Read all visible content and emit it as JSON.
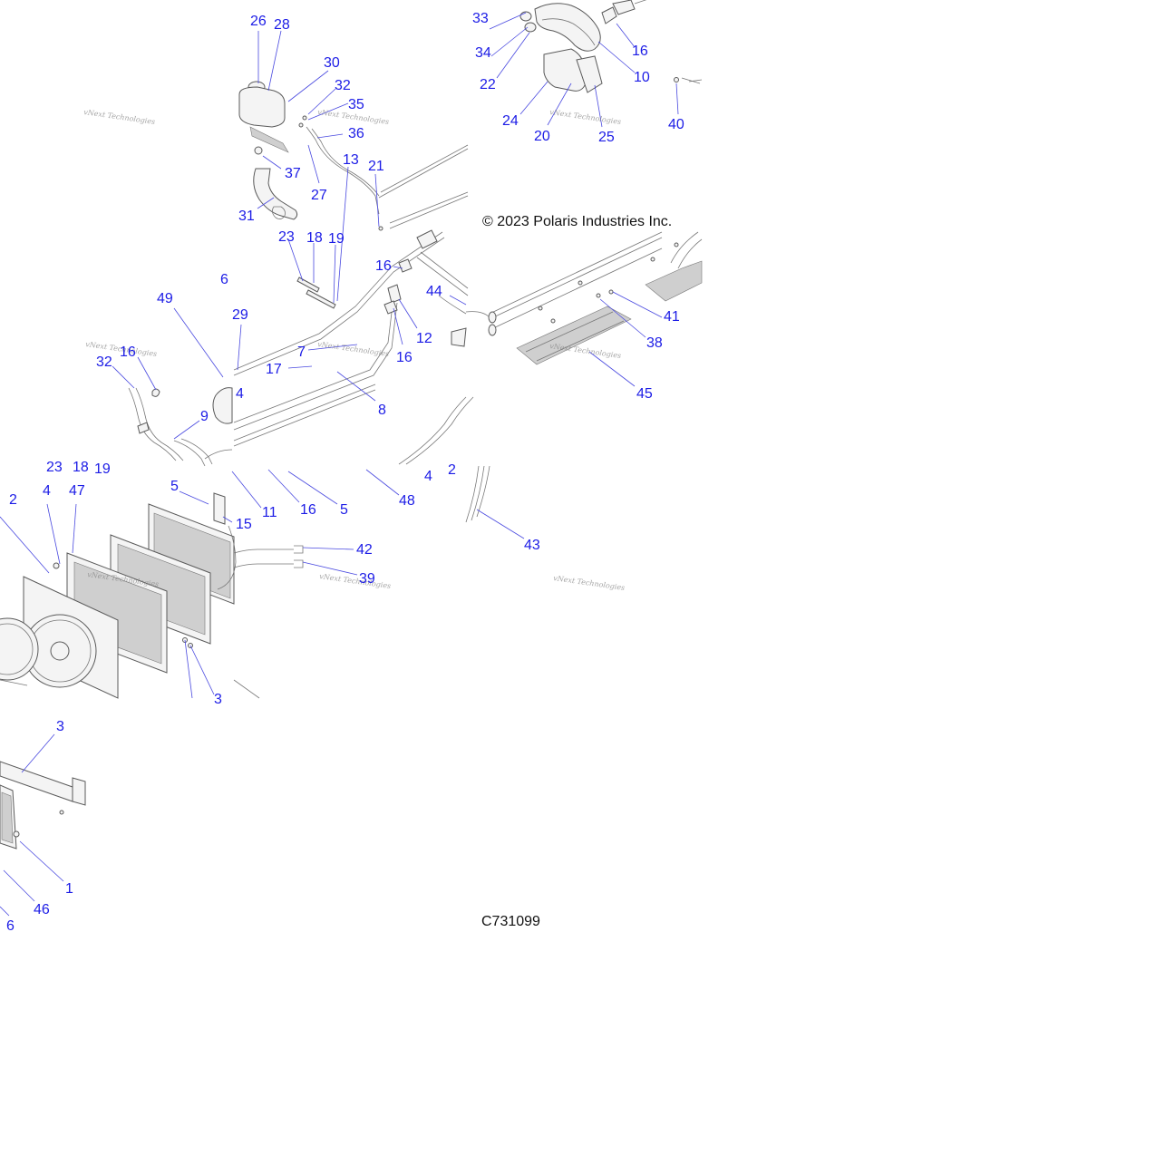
{
  "copyright": "© 2023 Polaris Industries Inc.",
  "drawing_number": "C731099",
  "watermark": "vNext Technologies",
  "callouts": [
    "26",
    "28",
    "30",
    "32",
    "35",
    "36",
    "37",
    "27",
    "13",
    "21",
    "31",
    "23",
    "18",
    "19",
    "33",
    "34",
    "22",
    "16",
    "10",
    "24",
    "20",
    "25",
    "40",
    "6",
    "49",
    "29",
    "16",
    "12",
    "44",
    "7",
    "16",
    "17",
    "8",
    "32",
    "16",
    "4",
    "9",
    "41",
    "38",
    "45",
    "23",
    "18",
    "19",
    "2",
    "4",
    "47",
    "5",
    "15",
    "11",
    "16",
    "5",
    "48",
    "4",
    "2",
    "43",
    "42",
    "39",
    "3",
    "1",
    "46",
    "6",
    "3"
  ]
}
